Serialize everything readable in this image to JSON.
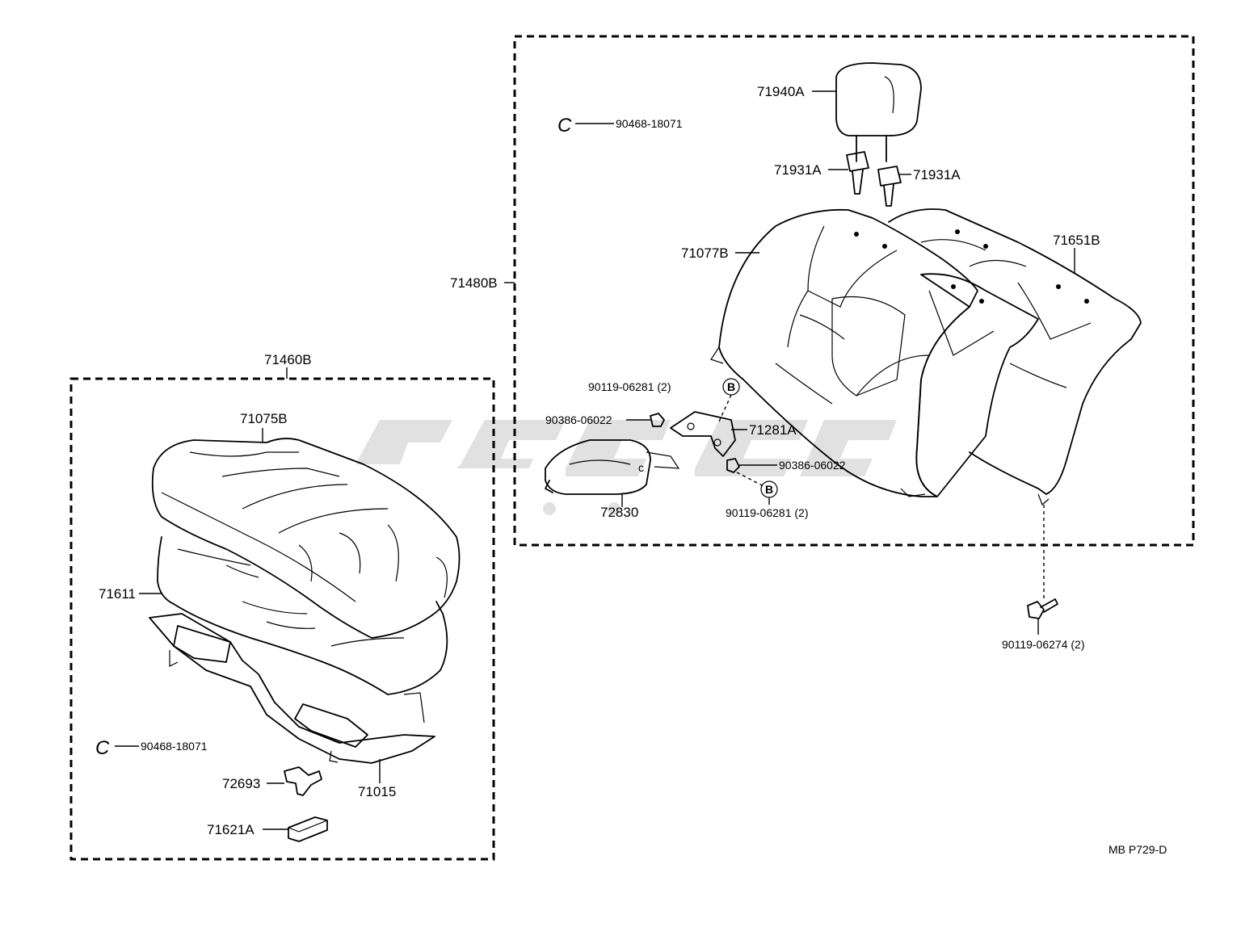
{
  "labels": {
    "p71940A": "71940A",
    "p71931A_left": "71931A",
    "p71931A_right": "71931A",
    "p71077B": "71077B",
    "p71651B": "71651B",
    "p71480B": "71480B",
    "p90468_top": "90468-18071",
    "p90119_06281_top": "90119-06281 (2)",
    "p90386_06022_left": "90386-06022",
    "p71281A": "71281A",
    "p90386_06022_right": "90386-06022",
    "p90119_06281_bottom": "90119-06281  (2)",
    "p72830": "72830",
    "p90119_06274": "90119-06274 (2)",
    "p71460B": "71460B",
    "p71075B": "71075B",
    "p71611": "71611",
    "p90468_bottom": "90468-18071",
    "p72693": "72693",
    "p71015": "71015",
    "p71621A": "71621A",
    "clip_symbol_top": "C",
    "clip_symbol_bottom": "C",
    "ref_b_top": "B",
    "ref_b_bottom": "B",
    "figure_code": "MB P729-D"
  },
  "colors": {
    "ink": "#000000",
    "watermark": "#c8c8c8",
    "background": "#ffffff"
  }
}
